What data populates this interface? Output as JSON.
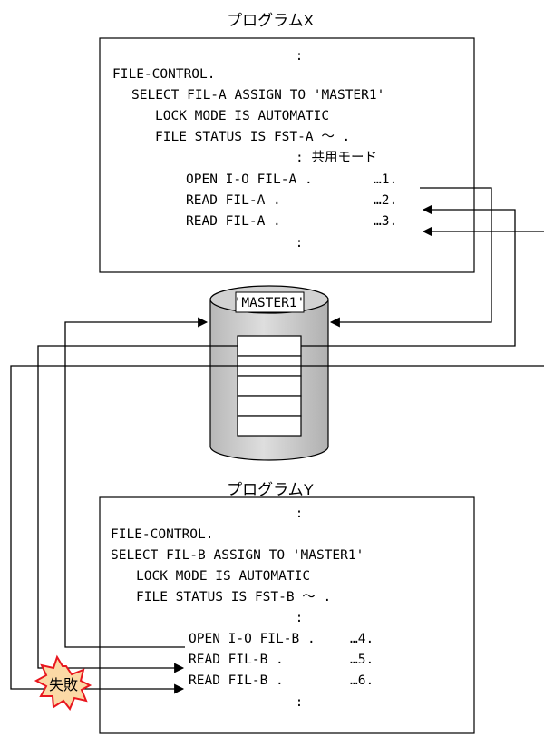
{
  "program_x": {
    "title": "プログラムX",
    "lines": [
      ":",
      "FILE-CONTROL.",
      "SELECT  FIL-A ASSIGN TO 'MASTER1'",
      "LOCK MODE IS AUTOMATIC",
      "FILE STATUS IS FST-A  ～  .",
      ":  共用モード",
      "OPEN I-O FIL-A .",
      "…1.",
      "READ FIL-A .",
      "…2.",
      "READ FIL-A .",
      "…3.",
      ":"
    ]
  },
  "file": {
    "label": "'MASTER1'"
  },
  "program_y": {
    "title": "プログラムY",
    "lines": [
      ":",
      "FILE-CONTROL.",
      "SELECT  FIL-B ASSIGN TO 'MASTER1'",
      "LOCK MODE IS AUTOMATIC",
      "FILE STATUS IS FST-B  ～  .",
      ":",
      "OPEN I-O FIL-B .",
      "…4.",
      "READ FIL-B .",
      "…5.",
      "READ FIL-B .",
      "…6.",
      ":"
    ]
  },
  "failure_badge": "失敗",
  "colors": {
    "cylinder_fill": "#c8c8c8",
    "badge_fill": "#fbd9a6",
    "badge_stroke": "#e8161e",
    "badge_text": "#e8161e"
  }
}
